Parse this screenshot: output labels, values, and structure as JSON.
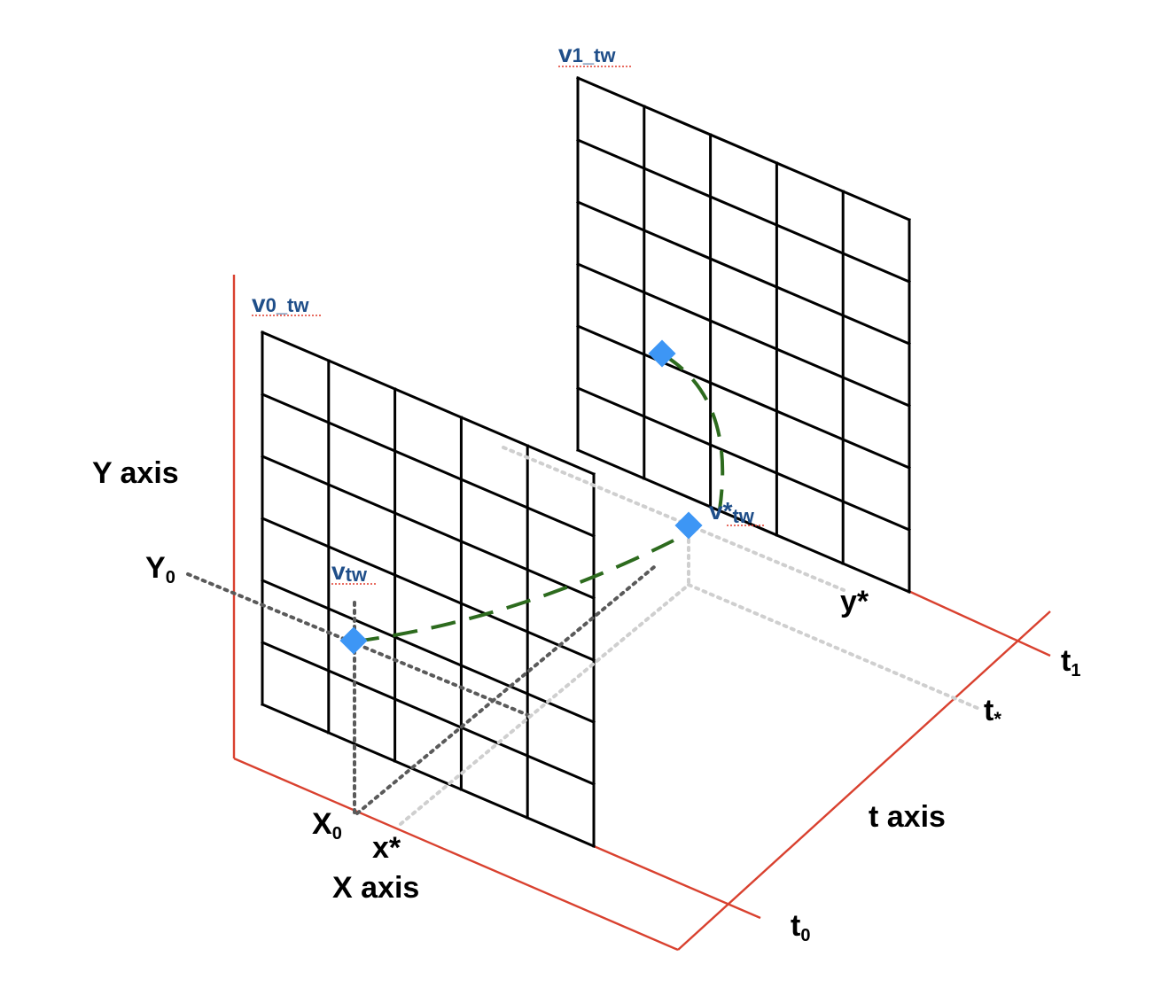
{
  "labels": {
    "y_axis": "Y axis",
    "x_axis": "X axis",
    "t_axis": "t axis",
    "y0": "Y",
    "y0_sub": "0",
    "x0": "X",
    "x0_sub": "0",
    "x_star": "x*",
    "y_star": "y*",
    "t0": "t",
    "t0_sub": "0",
    "t1": "t",
    "t1_sub": "1",
    "t_star": "t",
    "t_star_sub": "*",
    "v0_tw": "v",
    "v0_tw_sub": "0_tw",
    "v1_tw": "v",
    "v1_tw_sub": "1_tw",
    "v_tw": "v",
    "v_tw_sub": "tw",
    "v_star_tw": "v*",
    "v_star_tw_sub": "tw"
  },
  "frames": [
    {
      "name": "frame-t0",
      "label": "v0_tw",
      "rows": 6,
      "cols": 5
    },
    {
      "name": "frame-t1",
      "label": "v1_tw",
      "rows": 6,
      "cols": 5
    }
  ],
  "colors": {
    "axis": "#d9412f",
    "grid": "#000000",
    "point": "#3d96f5",
    "interpolation_path": "#2d6b1e",
    "guide_dark": "#5a5a5a",
    "guide_light": "#cfcfcf",
    "label_blue": "#1f4e89"
  }
}
